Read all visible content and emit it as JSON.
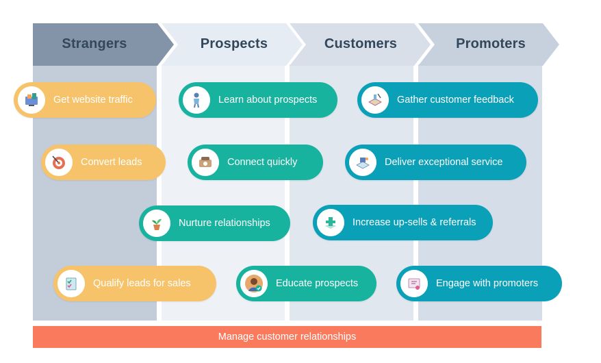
{
  "stages": {
    "strangers": "Strangers",
    "prospects": "Prospects",
    "customers": "Customers",
    "promoters": "Promoters"
  },
  "activities": {
    "get_website_traffic": "Get website traffic",
    "convert_leads": "Convert leads",
    "qualify_leads": "Qualify leads for sales",
    "learn_about_prospects": "Learn about prospects",
    "connect_quickly": "Connect quickly",
    "nurture_relationships": "Nurture relationships",
    "educate_prospects": "Educate prospects",
    "gather_feedback": "Gather customer feedback",
    "deliver_service": "Deliver exceptional service",
    "increase_upsells": "Increase up-sells & referrals",
    "engage_promoters": "Engage with promoters"
  },
  "footer": {
    "label": "Manage customer relationships"
  },
  "icons": {
    "get_website_traffic": "web-traffic-icon",
    "convert_leads": "target-icon",
    "qualify_leads": "checklist-icon",
    "learn_about_prospects": "person-icon",
    "connect_quickly": "phone-icon",
    "nurture_relationships": "plant-icon",
    "educate_prospects": "avatar-check-icon",
    "gather_feedback": "feedback-icon",
    "deliver_service": "service-icon",
    "increase_upsells": "growth-icon",
    "engage_promoters": "promoter-icon"
  },
  "colors": {
    "header_dark": "#8494a8",
    "header_light": "#e6ecf4",
    "strangers_col": "#c3cdda",
    "orange": "#f6c36b",
    "teal": "#17b39e",
    "blue": "#0aa0b8",
    "footer": "#fa7a5e",
    "heading_text": "#33475b"
  }
}
